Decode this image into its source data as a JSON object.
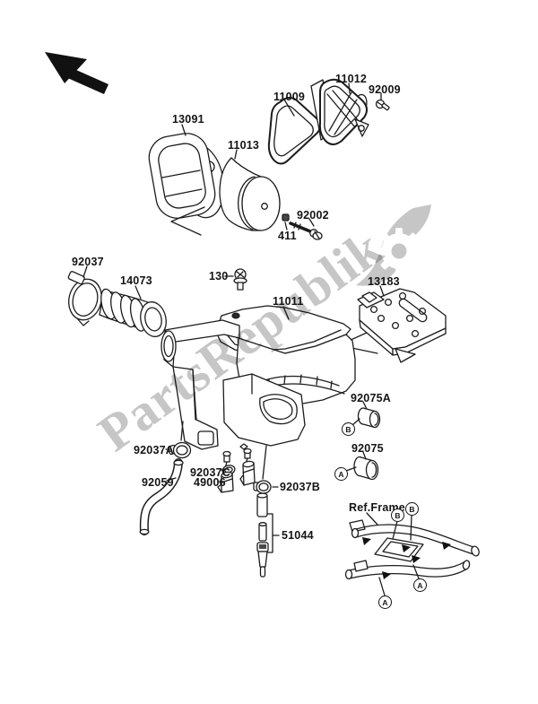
{
  "page": {
    "background": "#ffffff",
    "line_color": "#1c1c1c"
  },
  "watermark": {
    "text": "PartsRepublik",
    "logo": "gear-icon",
    "color": "#c6c6c6"
  },
  "parts": [
    {
      "label": "13091"
    },
    {
      "label": "11009"
    },
    {
      "label": "11012"
    },
    {
      "label": "92009"
    },
    {
      "label": "11013"
    },
    {
      "label": "92002"
    },
    {
      "label": "411"
    },
    {
      "label": "92037"
    },
    {
      "label": "14073"
    },
    {
      "label": "130"
    },
    {
      "label": "11011"
    },
    {
      "label": "13183"
    },
    {
      "label": "92075A"
    },
    {
      "label": "92075"
    },
    {
      "label": "92037A"
    },
    {
      "label": "92059"
    },
    {
      "label": "92037C"
    },
    {
      "label": "49006"
    },
    {
      "label": "92037B"
    },
    {
      "label": "51044"
    }
  ],
  "references": {
    "frame_label": "Ref.Frame"
  },
  "callouts": {
    "a": "A",
    "b": "B"
  }
}
